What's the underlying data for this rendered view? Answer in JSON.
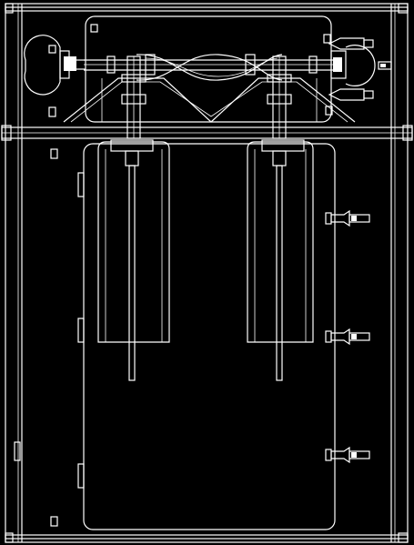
{
  "drawing": {
    "background": "#000000",
    "line_color": "#ffffff",
    "components": [
      "outer-frame",
      "upper-compartment",
      "lower-compartment",
      "crossover-pipe",
      "left-tank",
      "right-tank",
      "right-side-fittings",
      "left-end-cap",
      "right-end-cap"
    ]
  }
}
